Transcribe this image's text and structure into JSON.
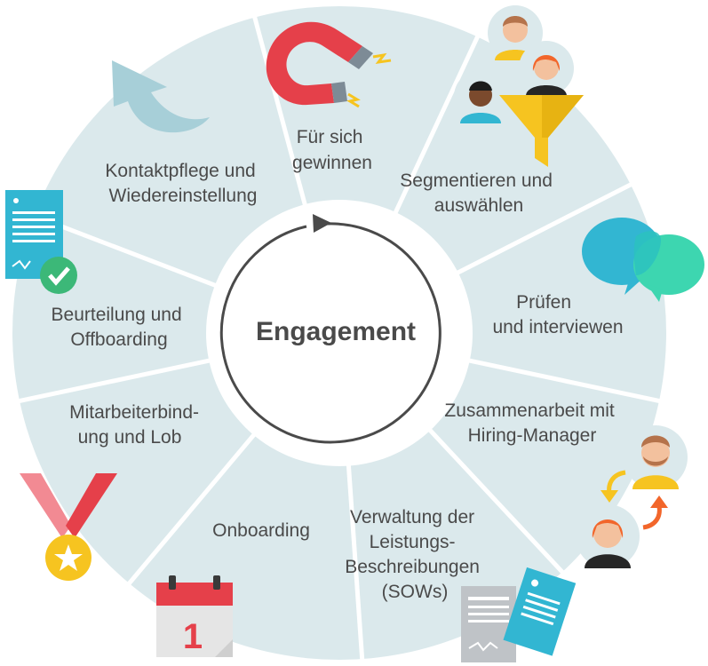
{
  "center": {
    "label": "Engagement"
  },
  "segments": [
    {
      "lines": [
        "Für sich",
        "gewinnen"
      ]
    },
    {
      "lines": [
        "Segmentieren und",
        "auswählen"
      ]
    },
    {
      "lines": [
        "Prüfen",
        "und interviewen"
      ]
    },
    {
      "lines": [
        "Zusammenarbeit mit",
        "Hiring-Manager"
      ]
    },
    {
      "lines": [
        "Verwaltung der",
        "Leistungs-",
        "Beschreibungen",
        "(SOWs)"
      ]
    },
    {
      "lines": [
        "Onboarding"
      ]
    },
    {
      "lines": [
        "Mitarbeiterbind-",
        "ung und Lob"
      ]
    },
    {
      "lines": [
        "Beurteilung und",
        "Offboarding"
      ]
    },
    {
      "lines": [
        "Kontaktpflege und",
        "Wiedereinstellung"
      ]
    }
  ],
  "calendar": {
    "day": "1"
  },
  "colors": {
    "ring": "#dbe9ec",
    "divider": "#ffffff",
    "text": "#4a4a4a",
    "teal": "#32b6d2",
    "green": "#3cb878",
    "yellow": "#f6c420",
    "red": "#e5404a"
  }
}
